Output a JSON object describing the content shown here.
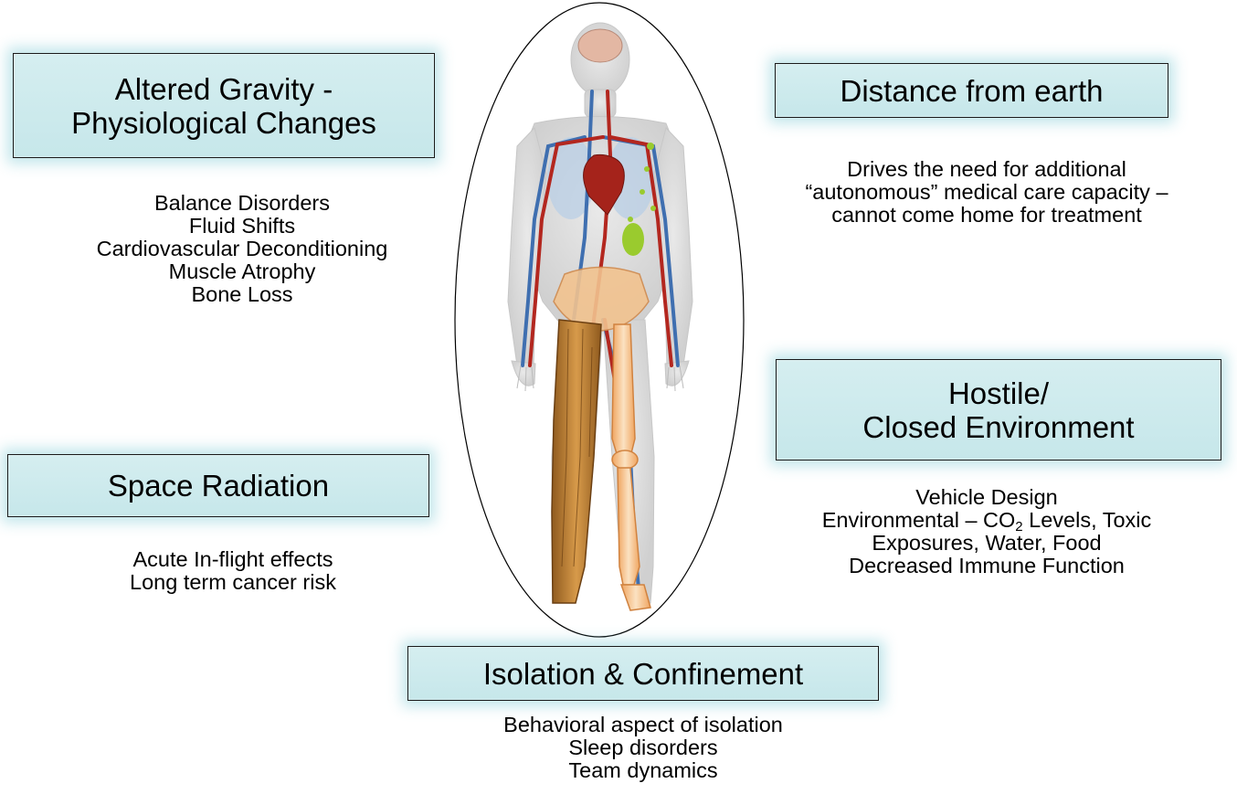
{
  "categories": {
    "gravity": {
      "title_lines": [
        "Altered Gravity -",
        "Physiological Changes"
      ],
      "items": [
        "Balance Disorders",
        "Fluid Shifts",
        "Cardiovascular Deconditioning",
        "Muscle Atrophy",
        "Bone Loss"
      ]
    },
    "distance": {
      "title_lines": [
        "Distance from earth"
      ],
      "items": [
        "Drives the need for additional",
        "“autonomous” medical care capacity –",
        "cannot come home for treatment"
      ]
    },
    "radiation": {
      "title_lines": [
        "Space Radiation"
      ],
      "items": [
        "Acute In-flight effects",
        "Long term cancer risk"
      ]
    },
    "hostile": {
      "title_lines": [
        "Hostile/",
        "Closed Environment"
      ],
      "items": {
        "vehicle": "Vehicle Design",
        "env_prefix": "Environmental – CO",
        "env_sub": "2",
        "env_suffix": " Levels, Toxic",
        "exposures": "Exposures, Water, Food",
        "immune": "Decreased Immune Function"
      }
    },
    "isolation": {
      "title_lines": [
        "Isolation & Confinement"
      ],
      "items": [
        "Behavioral aspect of isolation",
        "Sleep disorders",
        "Team dynamics"
      ]
    }
  },
  "colors": {
    "box_fill": "#cdeaed",
    "box_glow": "#78c8d2",
    "ellipse_stroke": "#000000",
    "vein": "#3f6fb0",
    "artery": "#b3271f",
    "bone": "#f2c38f",
    "muscle": "#c98a3a",
    "brain": "#e3b7a3"
  },
  "illustration": "human-anatomy-figure"
}
